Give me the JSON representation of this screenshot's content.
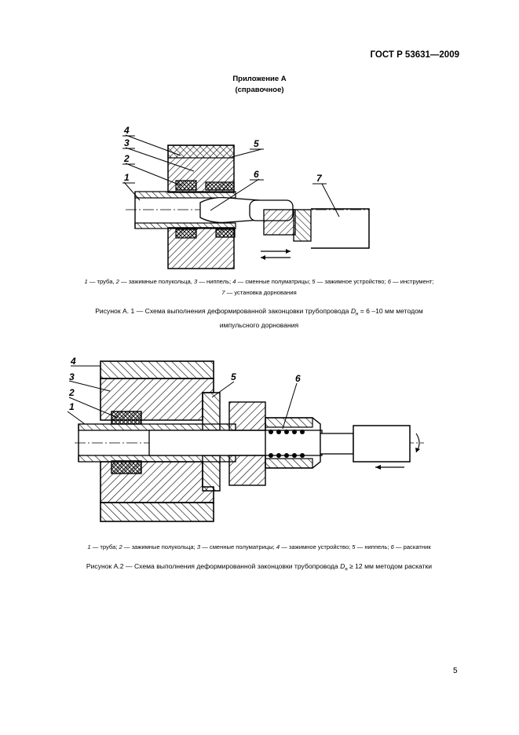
{
  "header": {
    "standard": "ГОСТ Р 53631—2009"
  },
  "appendix": {
    "title": "Приложение А",
    "subtitle": "(справочное)"
  },
  "figure1": {
    "labels": [
      "4",
      "3",
      "2",
      "1",
      "5",
      "6",
      "7"
    ],
    "legend_nums": [
      "1",
      "2",
      "3",
      "4",
      "5",
      "6",
      "7"
    ],
    "legend_texts": [
      " — труба, ",
      " — зажимные полукольца, ",
      " — ниппель; ",
      " — сменные полуматрицы; ",
      " — зажимное устройство; ",
      " — инструмент;",
      " — установка дорнования"
    ],
    "caption_prefix": "Рисунок А. 1 — Схема выполнения   деформированной   законцовки трубопровода ",
    "caption_var": "D",
    "caption_sub": "н",
    "caption_suffix": " = 6 –10 мм   методом",
    "caption_line2": "импульсного дорнования"
  },
  "figure2": {
    "labels": [
      "4",
      "3",
      "2",
      "1",
      "5",
      "6"
    ],
    "legend_nums": [
      "1",
      "2",
      "3",
      "4",
      "5",
      "6"
    ],
    "legend_texts": [
      " — труба; ",
      " — зажимные полукольца; ",
      " — сменные полуматрицы; ",
      " — зажимное устройство; ",
      " — ниппель; ",
      " — раскатник"
    ],
    "caption_prefix": "Рисунок А.2 — Схема выполнения деформированной законцовки трубопровода ",
    "caption_var": "D",
    "caption_sub": "н",
    "caption_suffix": " ≥ 12 мм методом раскатки"
  },
  "page_number": "5"
}
